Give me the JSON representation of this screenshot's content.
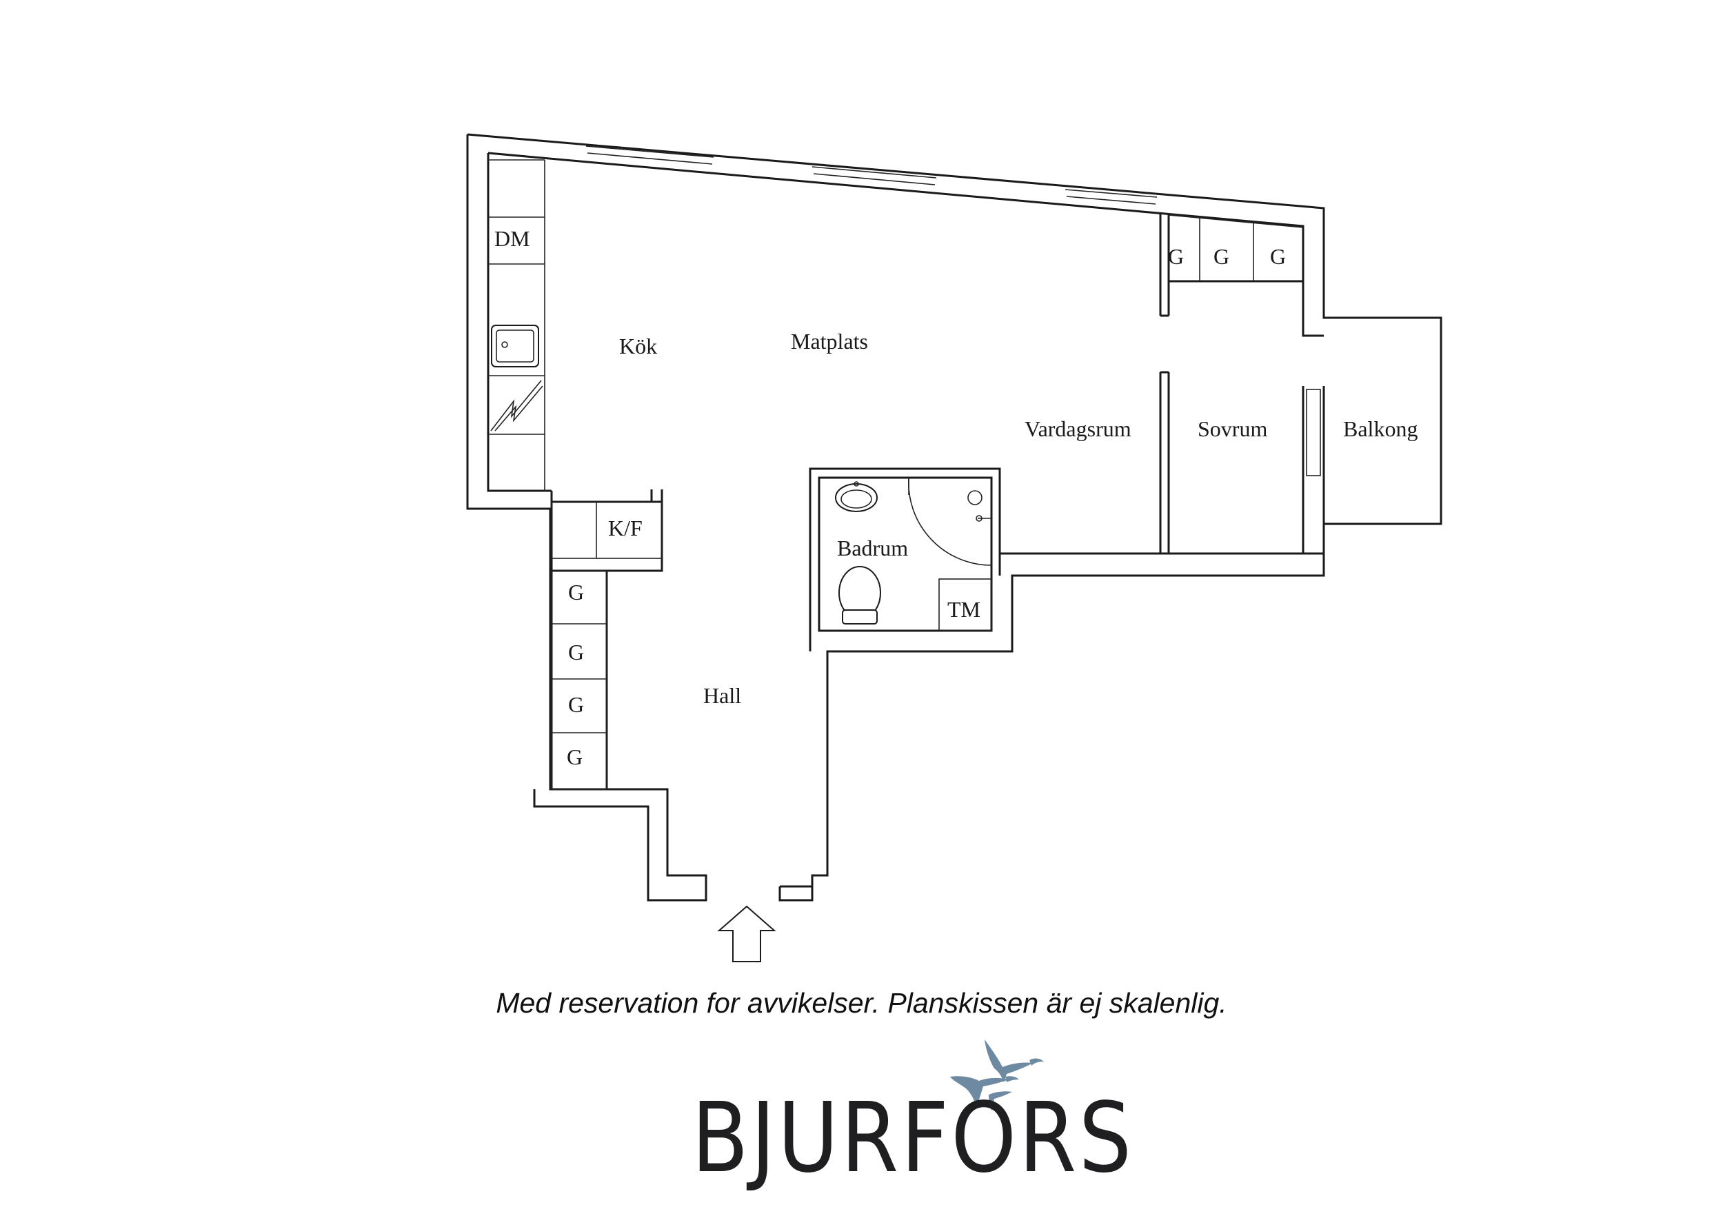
{
  "rooms": {
    "kok": "Kök",
    "matplats": "Matplats",
    "vardagsrum": "Vardagsrum",
    "sovrum": "Sovrum",
    "balkong": "Balkong",
    "badrum": "Badrum",
    "hall": "Hall"
  },
  "units": {
    "dm": "DM",
    "kf": "K/F",
    "tm": "TM",
    "wardrobe": "G"
  },
  "disclaimer": "Med reservation for avvikelser. Planskissen är ej skalenlig.",
  "brand": {
    "name": "BJURFORS",
    "logo_icon": "flying-geese-icon",
    "logo_color": "#6e8aa3"
  },
  "entrance_icon": "entrance-arrow-icon"
}
